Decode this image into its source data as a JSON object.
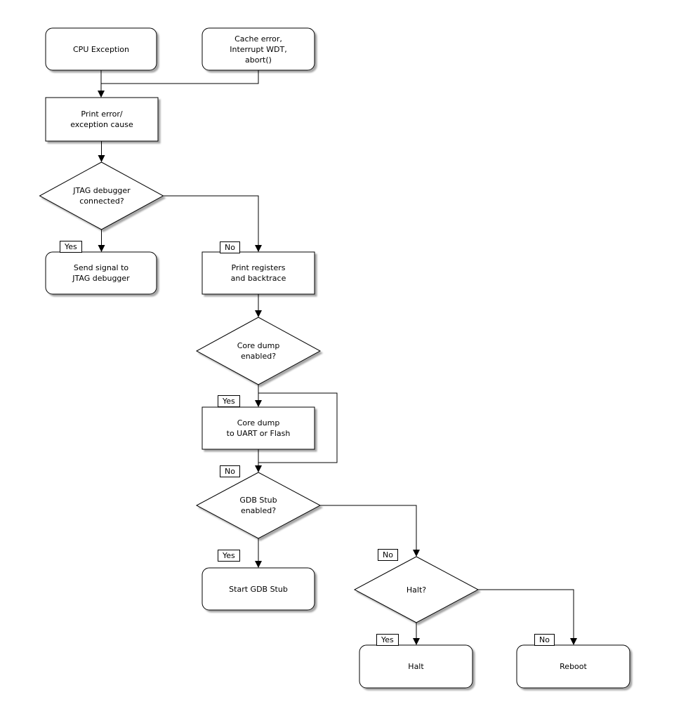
{
  "colors": {
    "background": "#ffffff",
    "node_fill": "#ffffff",
    "stroke": "#000000",
    "shadow": "#777777"
  },
  "labels": {
    "yes": "Yes",
    "no": "No"
  },
  "nodes": {
    "cpu_exception": "CPU Exception",
    "cache_error": "Cache error,\nInterrupt WDT,\nabort()",
    "print_error": "Print error/\nexception cause",
    "jtag_connected": "JTAG debugger\nconnected?",
    "send_signal": "Send signal to\nJTAG debugger",
    "print_registers": "Print registers\nand backtrace",
    "core_dump_enabled": "Core dump\nenabled?",
    "core_dump": "Core dump\nto UART or Flash",
    "gdb_stub_enabled": "GDB Stub\nenabled?",
    "start_gdb_stub": "Start GDB Stub",
    "halt_question": "Halt?",
    "halt": "Halt",
    "reboot": "Reboot"
  },
  "edges": [
    {
      "from": "cpu_exception",
      "to": "print_error",
      "label": ""
    },
    {
      "from": "cache_error",
      "to": "print_error",
      "label": ""
    },
    {
      "from": "print_error",
      "to": "jtag_connected",
      "label": ""
    },
    {
      "from": "jtag_connected",
      "to": "send_signal",
      "label": "Yes"
    },
    {
      "from": "jtag_connected",
      "to": "print_registers",
      "label": "No"
    },
    {
      "from": "print_registers",
      "to": "core_dump_enabled",
      "label": ""
    },
    {
      "from": "core_dump_enabled",
      "to": "core_dump",
      "label": "Yes"
    },
    {
      "from": "core_dump_enabled",
      "to": "gdb_stub_enabled",
      "label": "No"
    },
    {
      "from": "core_dump",
      "to": "gdb_stub_enabled",
      "label": ""
    },
    {
      "from": "gdb_stub_enabled",
      "to": "start_gdb_stub",
      "label": "Yes"
    },
    {
      "from": "gdb_stub_enabled",
      "to": "halt_question",
      "label": "No"
    },
    {
      "from": "halt_question",
      "to": "halt",
      "label": "Yes"
    },
    {
      "from": "halt_question",
      "to": "reboot",
      "label": "No"
    }
  ]
}
